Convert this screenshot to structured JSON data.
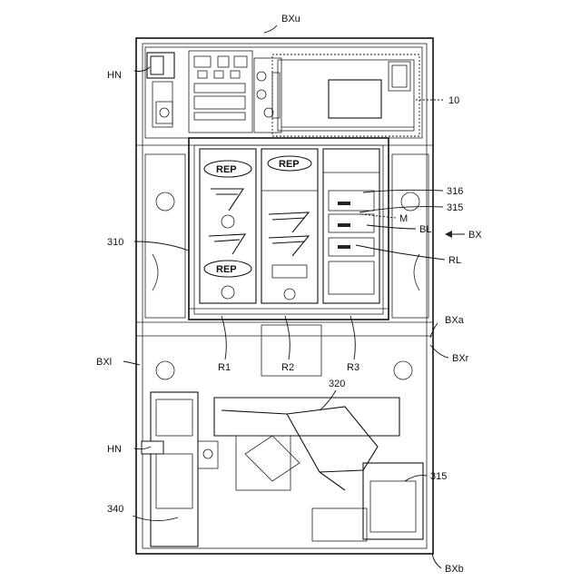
{
  "labels": {
    "bxu": "BXu",
    "hn_top": "HN",
    "ten": "10",
    "r316": "316",
    "r315_top": "315",
    "m": "M",
    "bl": "BL",
    "bx": "BX",
    "rl": "RL",
    "r310": "310",
    "bxa": "BXa",
    "bxl": "BXl",
    "bxr": "BXr",
    "r1": "R1",
    "r2": "R2",
    "r3": "R3",
    "r320": "320",
    "hn_bottom": "HN",
    "r315_bottom": "315",
    "r340": "340",
    "bxb": "BXb"
  },
  "reel_symbols": {
    "rep_1": "REP",
    "rep_2": "REP",
    "rep_3": "REP"
  }
}
